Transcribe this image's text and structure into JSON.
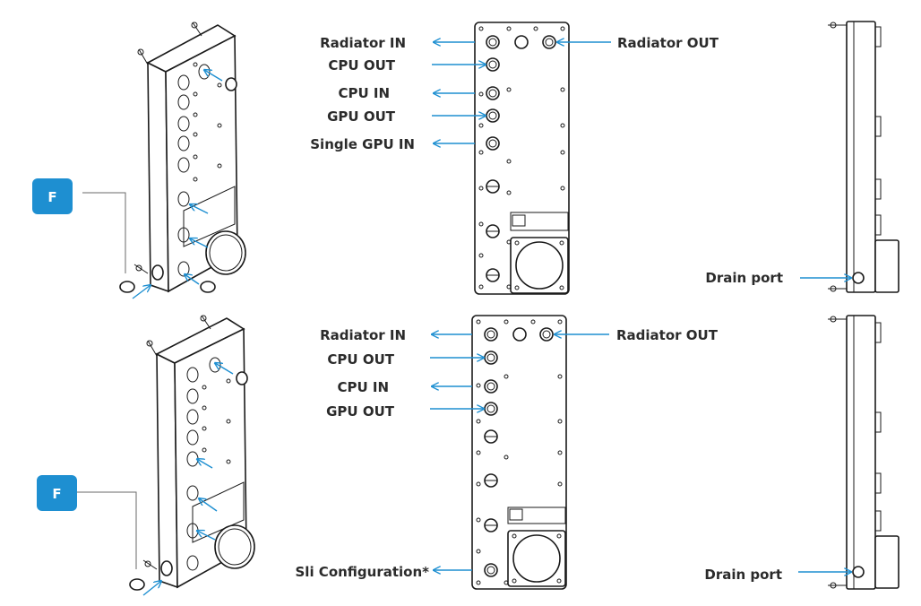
{
  "colors": {
    "accent": "#1e8fd1",
    "badge": "#1e8fd1",
    "outline": "#1a1a1a"
  },
  "top": {
    "badge": "F",
    "labels": {
      "radiator_in": "Radiator IN",
      "cpu_out": "CPU OUT",
      "cpu_in": "CPU IN",
      "gpu_out": "GPU OUT",
      "single_gpu_in": "Single GPU IN",
      "radiator_out": "Radiator OUT",
      "drain_port": "Drain port"
    }
  },
  "bottom": {
    "badge": "F",
    "labels": {
      "radiator_in": "Radiator IN",
      "cpu_out": "CPU OUT",
      "cpu_in": "CPU IN",
      "gpu_out": "GPU OUT",
      "sli_configuration": "Sli Configuration*",
      "radiator_out": "Radiator OUT",
      "drain_port": "Drain port"
    }
  }
}
